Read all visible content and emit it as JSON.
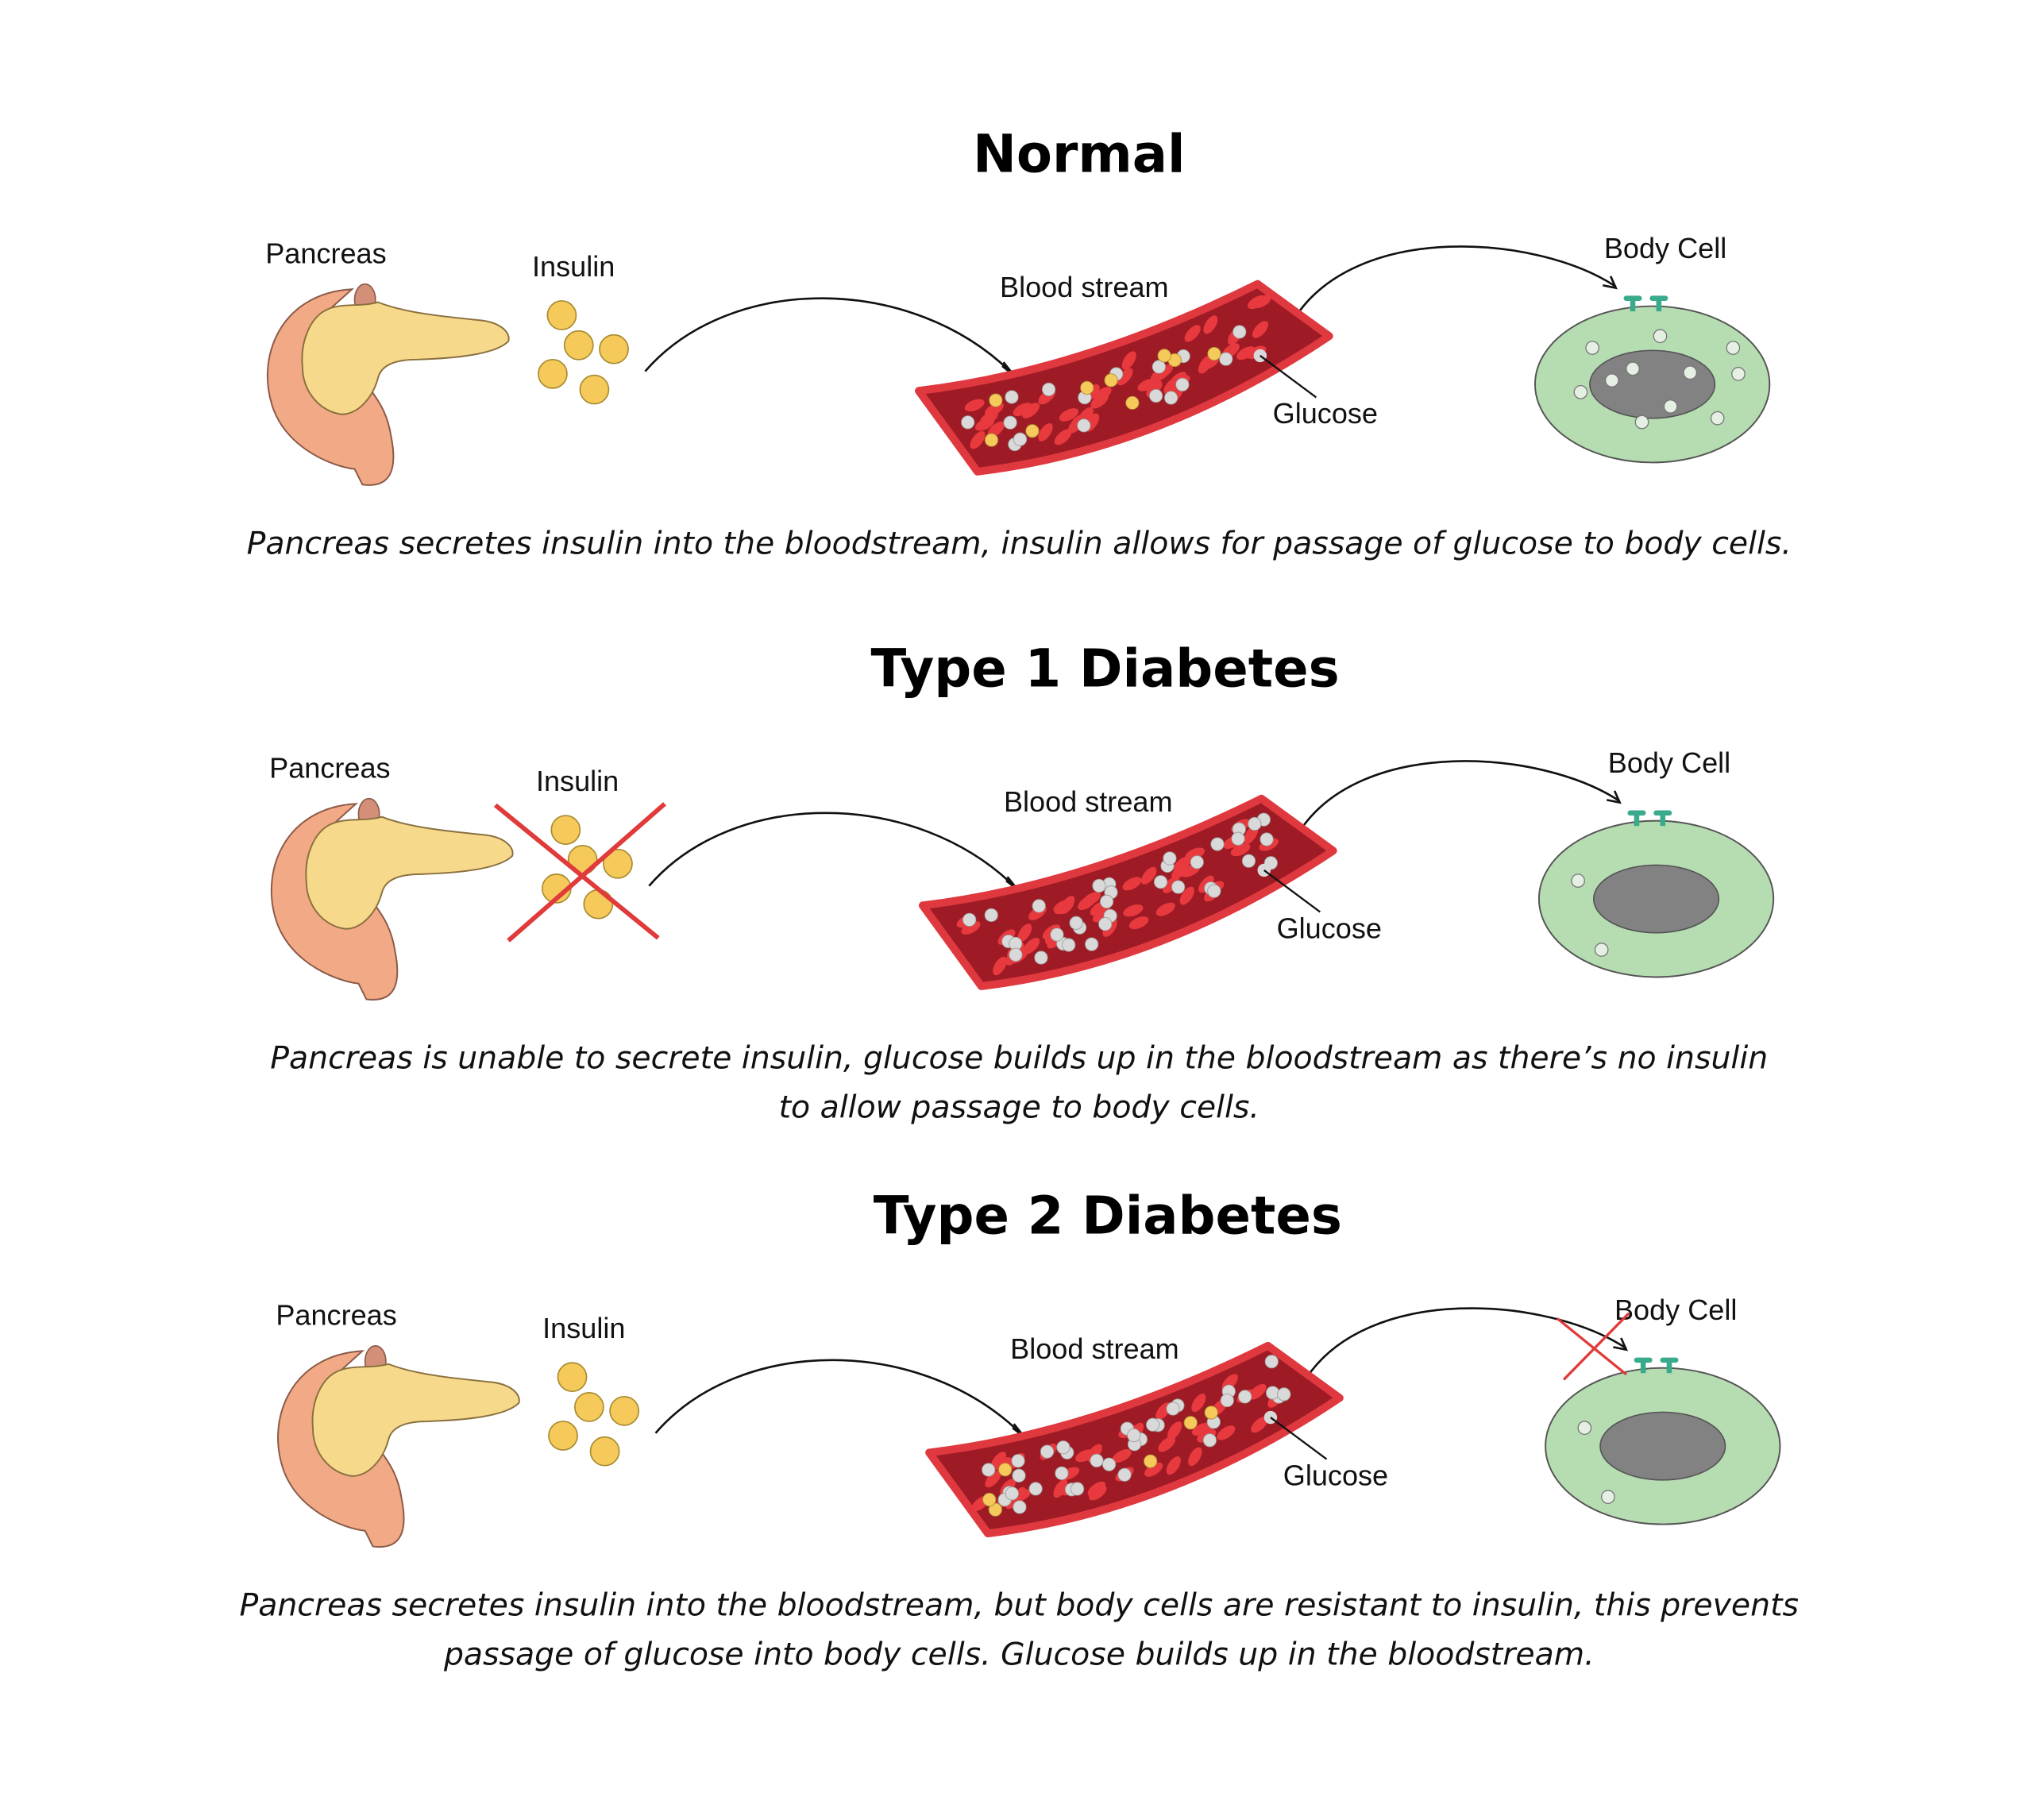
{
  "colors": {
    "pancreas_outer": "#f2a985",
    "pancreas_inner": "#f7d98b",
    "insulin": "#f5c95a",
    "vessel_inner": "#9e1b25",
    "vessel_wall": "#e0383f",
    "red_cell": "#e8393e",
    "glucose": "#d9d9d9",
    "cell": "#b6dcb2",
    "nucleus": "#828282",
    "receptor": "#3aaa8c",
    "cross": "#e03a3a"
  },
  "panels": [
    {
      "title": "Normal",
      "labels": {
        "pancreas": "Pancreas",
        "insulin": "Insulin",
        "blood_stream": "Blood stream",
        "glucose": "Glucose",
        "body_cell": "Body Cell"
      },
      "caption": [
        "Pancreas secretes insulin into the bloodstream, insulin allows for passage of glucose to body cells."
      ],
      "insulin_blocked": false,
      "cell_resistant": false
    },
    {
      "title": "Type 1 Diabetes",
      "labels": {
        "pancreas": "Pancreas",
        "insulin": "Insulin",
        "blood_stream": "Blood stream",
        "glucose": "Glucose",
        "body_cell": "Body Cell"
      },
      "caption": [
        "Pancreas is unable to secrete insulin, glucose builds up in the bloodstream as there’s no insulin",
        "to allow passage to body cells."
      ],
      "insulin_blocked": true,
      "cell_resistant": false
    },
    {
      "title": "Type 2 Diabetes",
      "labels": {
        "pancreas": "Pancreas",
        "insulin": "Insulin",
        "blood_stream": "Blood stream",
        "glucose": "Glucose",
        "body_cell": "Body Cell"
      },
      "caption": [
        "Pancreas secretes insulin into the bloodstream, but body cells are resistant to insulin, this prevents",
        "passage of glucose into body cells. Glucose builds up in the bloodstream."
      ],
      "insulin_blocked": false,
      "cell_resistant": true
    }
  ]
}
